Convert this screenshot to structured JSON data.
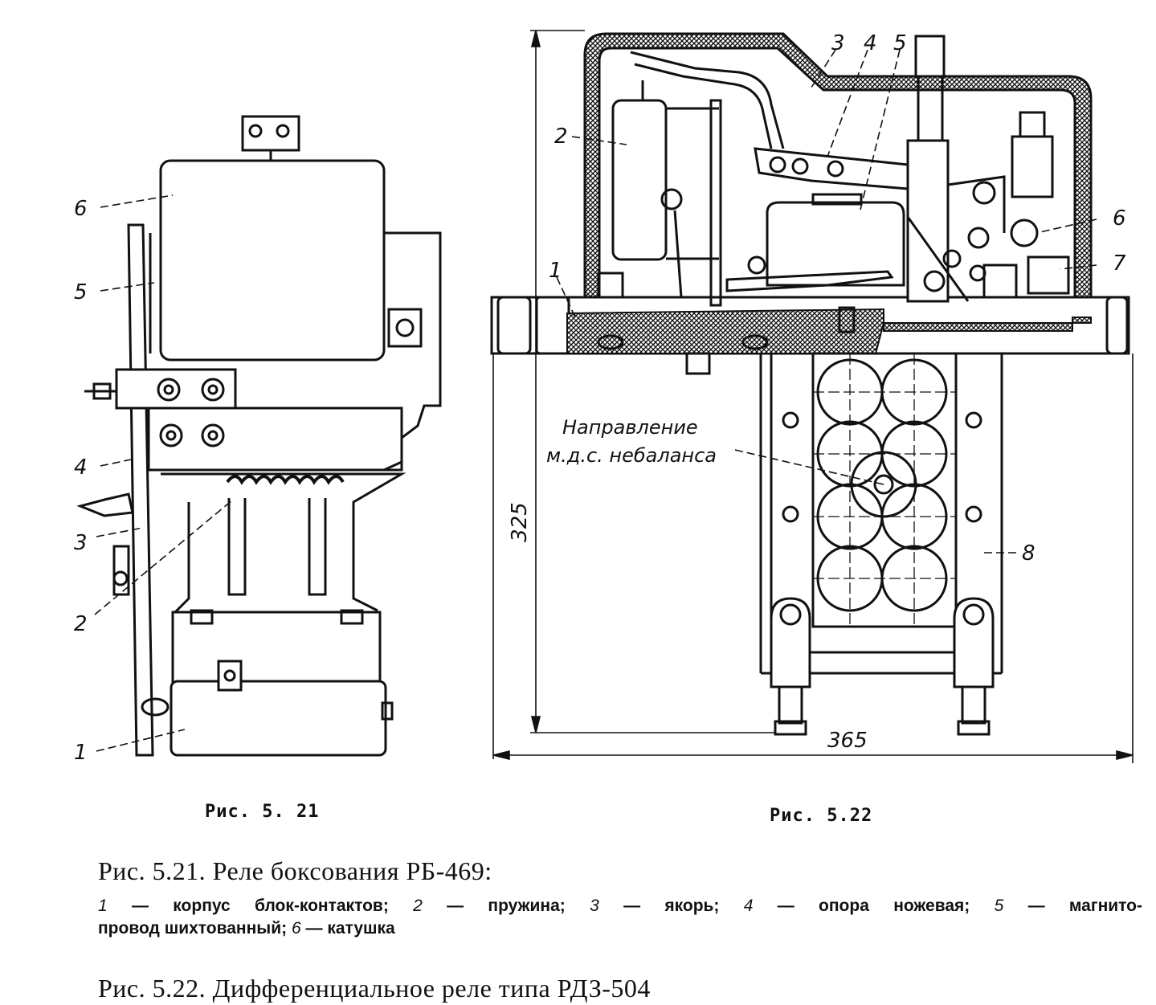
{
  "fig521": {
    "caption": "Рис. 5. 21",
    "labels": {
      "l1": "1",
      "l2": "2",
      "l3": "3",
      "l4": "4",
      "l5": "5",
      "l6": "6"
    }
  },
  "fig522": {
    "caption": "Рис. 5.22",
    "labels": {
      "l1": "1",
      "l2": "2",
      "l3": "3",
      "l4": "4",
      "l5": "5",
      "l6": "6",
      "l7": "7",
      "l8": "8"
    },
    "note_line1": "Направление",
    "note_line2": "м.д.с. небаланса",
    "dim_height": "325",
    "dim_width": "365"
  },
  "caption_521": "Рис. 5.21. Реле боксования РБ-469:",
  "legend_521": {
    "item1_num": "1",
    "item1_text": "— корпус блок-контактов;",
    "item2_num": "2",
    "item2_text": "— пружина;",
    "item3_num": "3",
    "item3_text": "— якорь;",
    "item4_num": "4",
    "item4_text": "— опора ножевая;",
    "item5_num": "5",
    "item5_text": "— магнито-",
    "item5_cont": "провод шихтованный;",
    "item6_num": "6",
    "item6_text": "— катушка"
  },
  "caption_522": "Рис. 5.22. Дифференциальное реле типа РДЗ-504"
}
